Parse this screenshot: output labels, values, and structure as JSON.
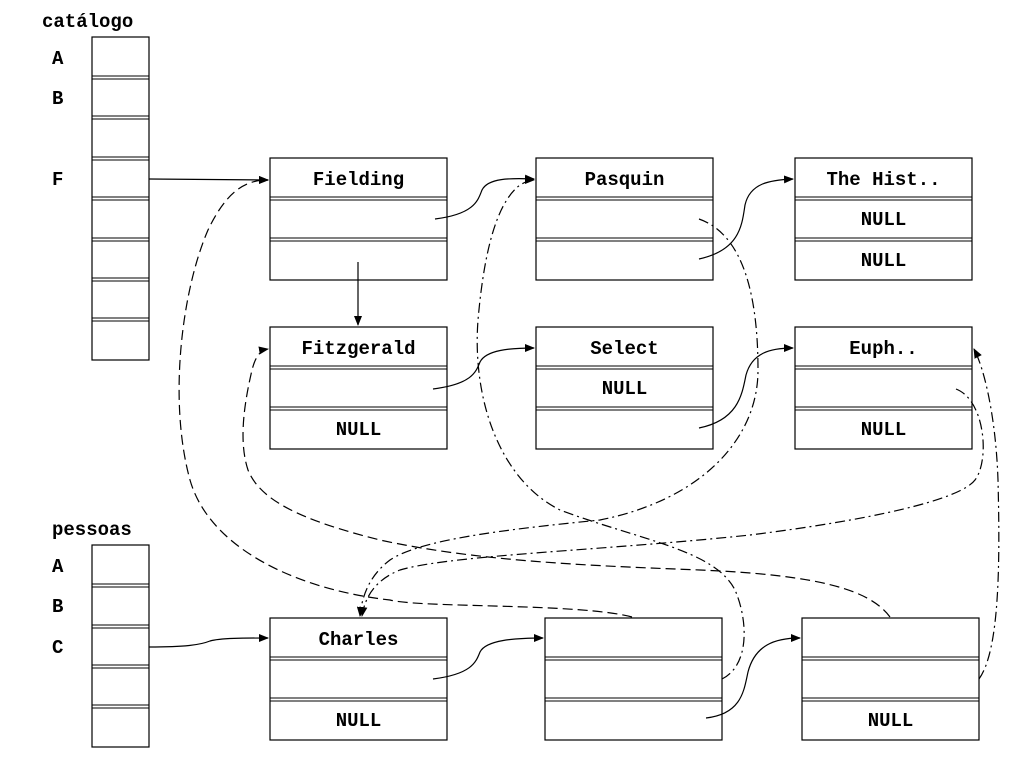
{
  "catalogo": {
    "title": "catálogo",
    "row_labels": [
      "A",
      "B",
      "",
      "F",
      "",
      "",
      "",
      ""
    ]
  },
  "pessoas": {
    "title": "pessoas",
    "row_labels": [
      "A",
      "B",
      "C",
      "",
      ""
    ]
  },
  "nodes": [
    {
      "id": "fielding",
      "cells": [
        "Fielding",
        "",
        ""
      ]
    },
    {
      "id": "pasquin",
      "cells": [
        "Pasquin",
        "",
        ""
      ]
    },
    {
      "id": "thehist",
      "cells": [
        "The Hist..",
        "NULL",
        "NULL"
      ]
    },
    {
      "id": "fitzgerald",
      "cells": [
        "Fitzgerald",
        "",
        "NULL"
      ]
    },
    {
      "id": "select",
      "cells": [
        "Select",
        "NULL",
        ""
      ]
    },
    {
      "id": "euph",
      "cells": [
        "Euph..",
        "",
        "NULL"
      ]
    },
    {
      "id": "charles",
      "cells": [
        "Charles",
        "",
        "NULL"
      ]
    },
    {
      "id": "person2",
      "cells": [
        "",
        "",
        ""
      ]
    },
    {
      "id": "person3",
      "cells": [
        "",
        "",
        "NULL"
      ]
    }
  ]
}
